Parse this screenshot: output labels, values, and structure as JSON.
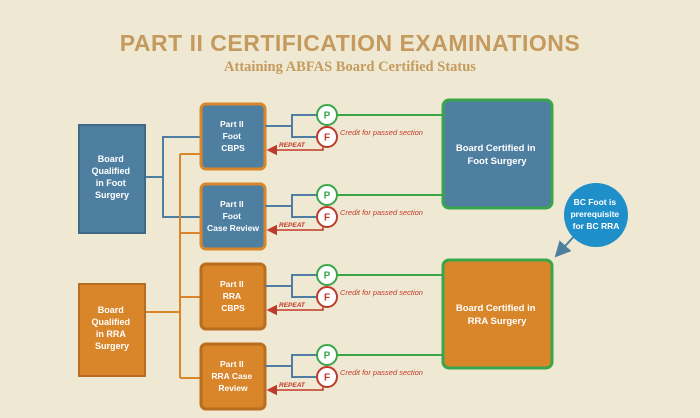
{
  "title": "PART II CERTIFICATION EXAMINATIONS",
  "subtitle": "Attaining ABFAS Board Certified Status",
  "qualified": {
    "foot": [
      "Board",
      "Qualified",
      "in Foot",
      "Surgery"
    ],
    "rra": [
      "Board",
      "Qualified",
      "in RRA",
      "Surgery"
    ]
  },
  "exams": [
    {
      "lines": [
        "Part II",
        "Foot",
        "CBPS"
      ]
    },
    {
      "lines": [
        "Part II",
        "Foot",
        "Case Review"
      ]
    },
    {
      "lines": [
        "Part II",
        "RRA",
        "CBPS"
      ]
    },
    {
      "lines": [
        "Part II",
        "RRA Case",
        "Review"
      ]
    }
  ],
  "pass_label": "P",
  "fail_label": "F",
  "credit_label": "Credit for passed section",
  "repeat_label": "REPEAT",
  "certified": {
    "foot": [
      "Board Certified in",
      "Foot Surgery"
    ],
    "rra": [
      "Board Certified in",
      "RRA Surgery"
    ]
  },
  "prerequisite": [
    "BC Foot is",
    "prerequisite",
    "for BC RRA"
  ],
  "colors": {
    "background": "#efe9d3",
    "title": "#c49a5e",
    "foot_blue": "#4f7fa0",
    "rra_orange": "#d9852a",
    "pass_green": "#3aa64a",
    "fail_red": "#c0392b",
    "badge_blue": "#1f8fc9"
  }
}
